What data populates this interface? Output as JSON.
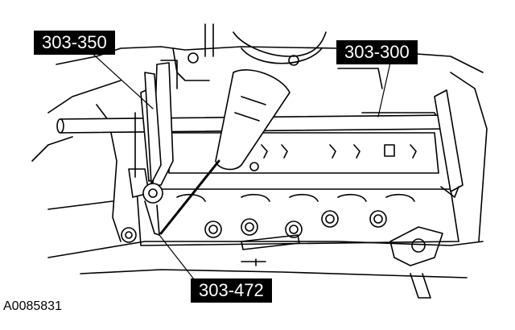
{
  "figure": {
    "callouts": {
      "tool_303_350": "303-350",
      "tool_303_300": "303-300",
      "tool_303_472": "303-472"
    },
    "reference_code": "A0085831"
  },
  "colors": {
    "ink": "#000000",
    "paper": "#ffffff",
    "label_bg": "#000000",
    "label_text": "#ffffff"
  }
}
